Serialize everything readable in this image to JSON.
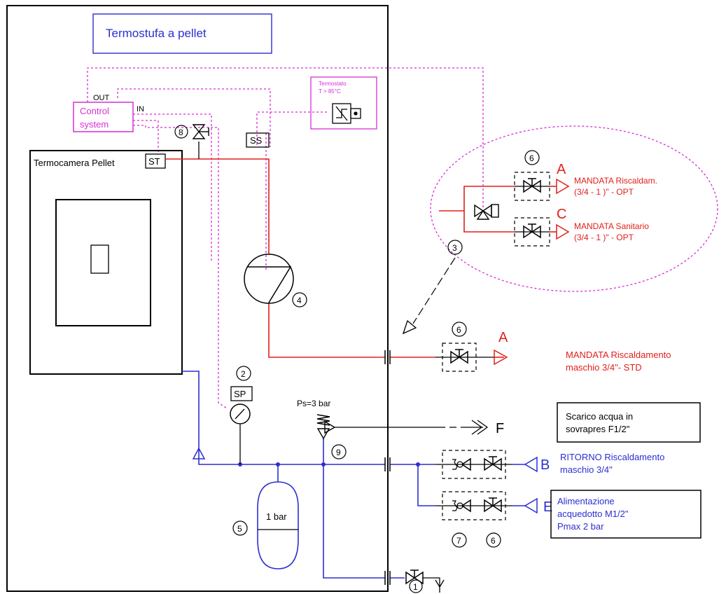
{
  "title": "Termostufa a pellet",
  "colors": {
    "outline": "#000000",
    "control": "#d62fd6",
    "flow": "#e0201a",
    "return": "#2b2fd0",
    "title_border": "#3a3ad6",
    "title_text": "#2b2fd0"
  },
  "control": {
    "label_line1": "Control",
    "label_line2": "system",
    "out_label": "OUT",
    "in_label": "IN"
  },
  "thermostat": {
    "line1": "Termostato",
    "line2": "T > 85°C"
  },
  "sensors": {
    "ss": "SS",
    "st": "ST",
    "sp": "SP"
  },
  "chamber_label": "Termocamera Pellet",
  "numbers": {
    "n1": "1",
    "n2": "2",
    "n3": "3",
    "n4": "4",
    "n5": "5",
    "n6a": "6",
    "n6b": "6",
    "n6c": "6",
    "n7": "7",
    "n8": "8",
    "n9": "9"
  },
  "expansion_tank": "1 bar",
  "safety_valve": "Ps=3 bar",
  "letters": {
    "a_top": "A",
    "c_top": "C",
    "a_main": "A",
    "f": "F",
    "b": "B",
    "e": "E"
  },
  "option_outputs": {
    "heating_line1": "MANDATA Riscaldam.",
    "heating_line2": "(3/4 - 1 )\" - OPT",
    "sanitary_line1": "MANDATA Sanitario",
    "sanitary_line2": "(3/4 - 1 )\" - OPT"
  },
  "main_flow": {
    "line1": "MANDATA Riscaldamento",
    "line2": "maschio 3/4\"- STD"
  },
  "drain": {
    "line1": "Scarico acqua in",
    "line2": "sovrapres F1/2\""
  },
  "return_line": {
    "line1": "RITORNO Riscaldamento",
    "line2": "maschio 3/4\""
  },
  "supply": {
    "line1": "Alimentazione",
    "line2": "acquedotto M1/2\"",
    "line3": "Pmax 2 bar"
  }
}
